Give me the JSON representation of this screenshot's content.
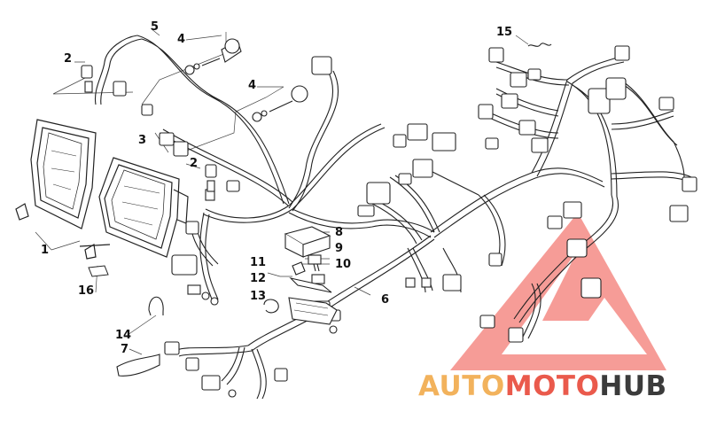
{
  "diagram": {
    "callouts": [
      "1",
      "2",
      "2",
      "3",
      "4",
      "4",
      "5",
      "6",
      "7",
      "8",
      "9",
      "10",
      "11",
      "12",
      "13",
      "14",
      "15",
      "16"
    ]
  },
  "watermark": {
    "part1": "AUTO",
    "part2": "MOTO",
    "part3": "HUB",
    "colors": {
      "auto": "#f2b25c",
      "moto": "#ea5a4c",
      "hub": "#3b3b3b",
      "triangle": "#ef4b42"
    }
  }
}
